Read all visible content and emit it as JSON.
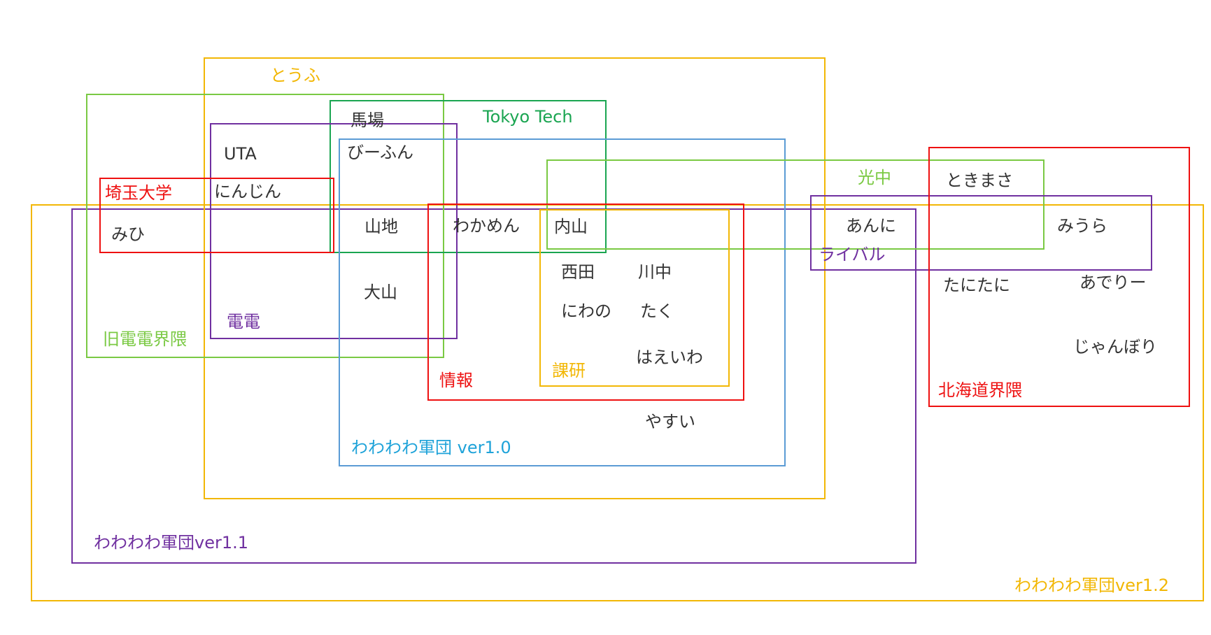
{
  "colors": {
    "yellow": "#f2b705",
    "green": "#7ac943",
    "teal_green": "#1aa551",
    "purple": "#7030a0",
    "blue": "#5b9bd5",
    "red": "#ee1111",
    "cyan": "#1fa3d9",
    "text": "#333333"
  },
  "groups": [
    {
      "id": "ver1-2",
      "label": "わわわわ軍団ver1.2",
      "color": "yellow"
    },
    {
      "id": "ver1-1",
      "label": "わわわわ軍団ver1.1",
      "color": "purple"
    },
    {
      "id": "toufu",
      "label": "とうふ",
      "color": "yellow"
    },
    {
      "id": "kyuden",
      "label": "旧電電界隈",
      "color": "green"
    },
    {
      "id": "tokyotech",
      "label": "Tokyo Tech",
      "color": "teal_green"
    },
    {
      "id": "denden",
      "label": "電電",
      "color": "purple"
    },
    {
      "id": "ver1-0",
      "label": "わわわわ軍団 ver1.0",
      "color": "cyan"
    },
    {
      "id": "saitama",
      "label": "埼玉大学",
      "color": "red"
    },
    {
      "id": "kouchu",
      "label": "光中",
      "color": "green"
    },
    {
      "id": "johou",
      "label": "情報",
      "color": "red"
    },
    {
      "id": "kaken",
      "label": "課研",
      "color": "yellow"
    },
    {
      "id": "rival",
      "label": "ライバル",
      "color": "purple"
    },
    {
      "id": "hokkaido",
      "label": "北海道界隈",
      "color": "red"
    }
  ],
  "members": [
    "馬場",
    "UTA",
    "びーふん",
    "にんじん",
    "みひ",
    "山地",
    "わかめん",
    "内山",
    "大山",
    "西田",
    "川中",
    "にわの",
    "たく",
    "はえいわ",
    "やすい",
    "ときまさ",
    "あんに",
    "みうら",
    "たにたに",
    "あでりー",
    "じゃんぼり"
  ]
}
